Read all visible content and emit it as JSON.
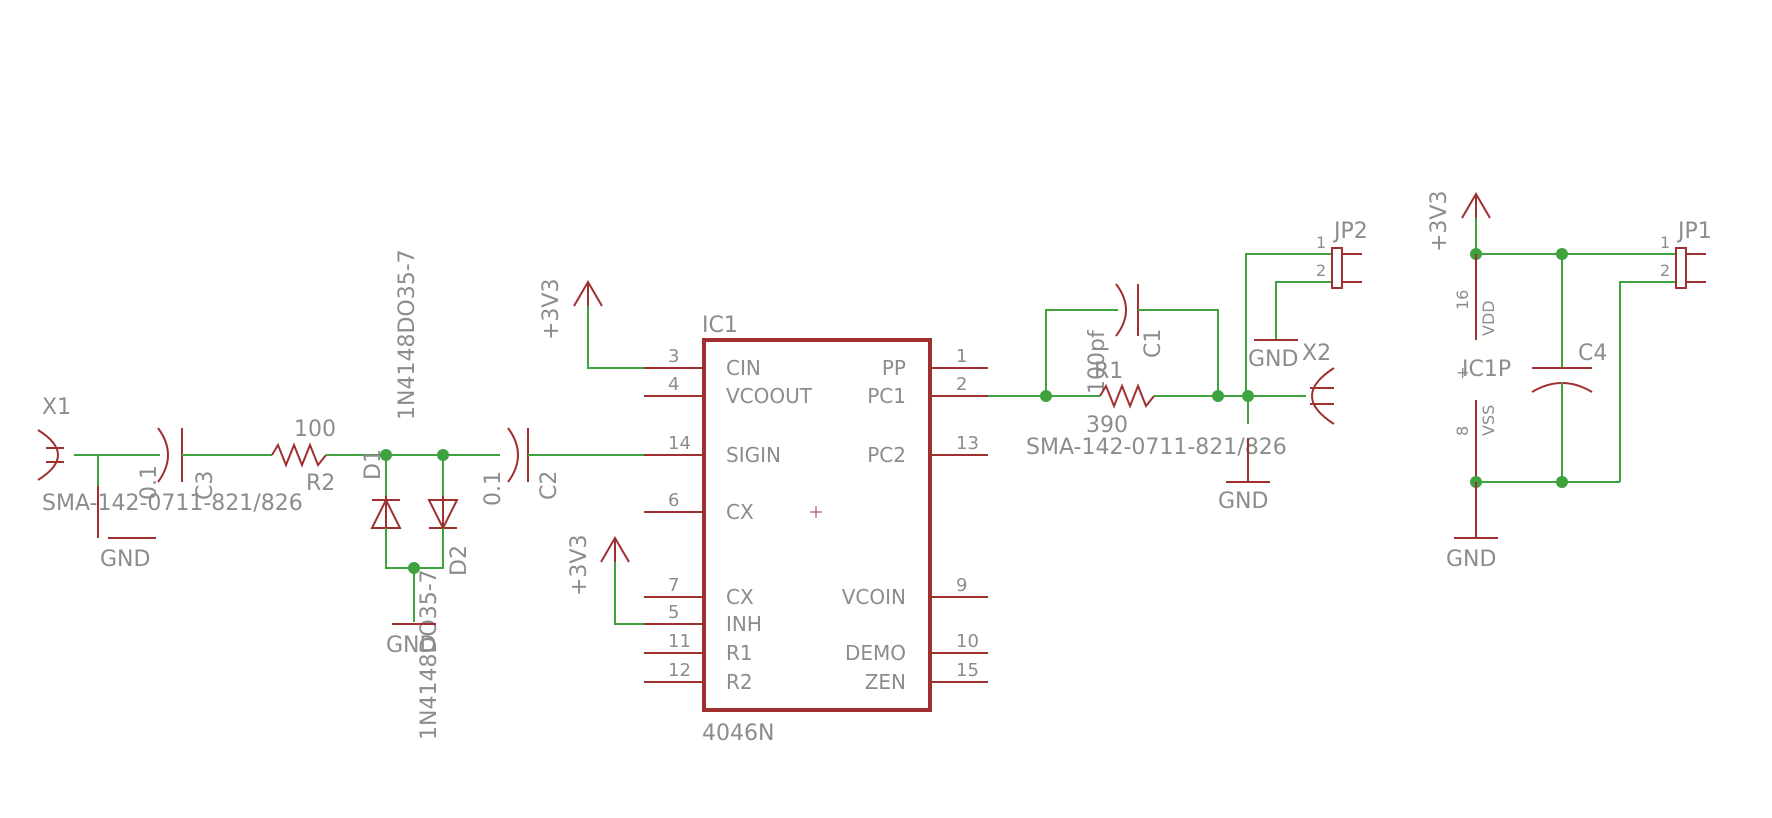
{
  "schematic": {
    "ic1": {
      "ref": "IC1",
      "value": "4046N",
      "left_pins": [
        {
          "num": "3",
          "name": "CIN"
        },
        {
          "num": "4",
          "name": "VCOOUT"
        },
        {
          "num": "14",
          "name": "SIGIN"
        },
        {
          "num": "6",
          "name": "CX"
        },
        {
          "num": "7",
          "name": "CX"
        },
        {
          "num": "5",
          "name": "INH"
        },
        {
          "num": "11",
          "name": "R1"
        },
        {
          "num": "12",
          "name": "R2"
        }
      ],
      "right_pins": [
        {
          "num": "1",
          "name": "PP"
        },
        {
          "num": "2",
          "name": "PC1"
        },
        {
          "num": "13",
          "name": "PC2"
        },
        {
          "num": "9",
          "name": "VCOIN"
        },
        {
          "num": "10",
          "name": "DEMO"
        },
        {
          "num": "15",
          "name": "ZEN"
        }
      ]
    },
    "x1": {
      "ref": "X1",
      "value": "SMA-142-0711-821/826"
    },
    "x2": {
      "ref": "X2",
      "value": "SMA-142-0711-821/826"
    },
    "c3": {
      "ref": "C3",
      "value": "0.1"
    },
    "r2": {
      "ref": "R2",
      "value": "100"
    },
    "d1": {
      "ref": "D1",
      "value": "1N4148DO35-7"
    },
    "d2": {
      "ref": "D2",
      "value": "1N4148DO35-7"
    },
    "c2": {
      "ref": "C2",
      "value": "0.1"
    },
    "c1": {
      "ref": "C1",
      "value": "100pf"
    },
    "r1": {
      "ref": "R1",
      "value": "390"
    },
    "jp2": {
      "ref": "JP2",
      "pin1": "1",
      "pin2": "2"
    },
    "jp1": {
      "ref": "JP1",
      "pin1": "1",
      "pin2": "2"
    },
    "power": {
      "c4": "C4",
      "ic1p": "IC1P",
      "vdd_num": "16",
      "vdd_name": "VDD",
      "vss_num": "8",
      "vss_name": "VSS"
    },
    "nets": {
      "supply": "+3V3",
      "ground": "GND"
    }
  }
}
